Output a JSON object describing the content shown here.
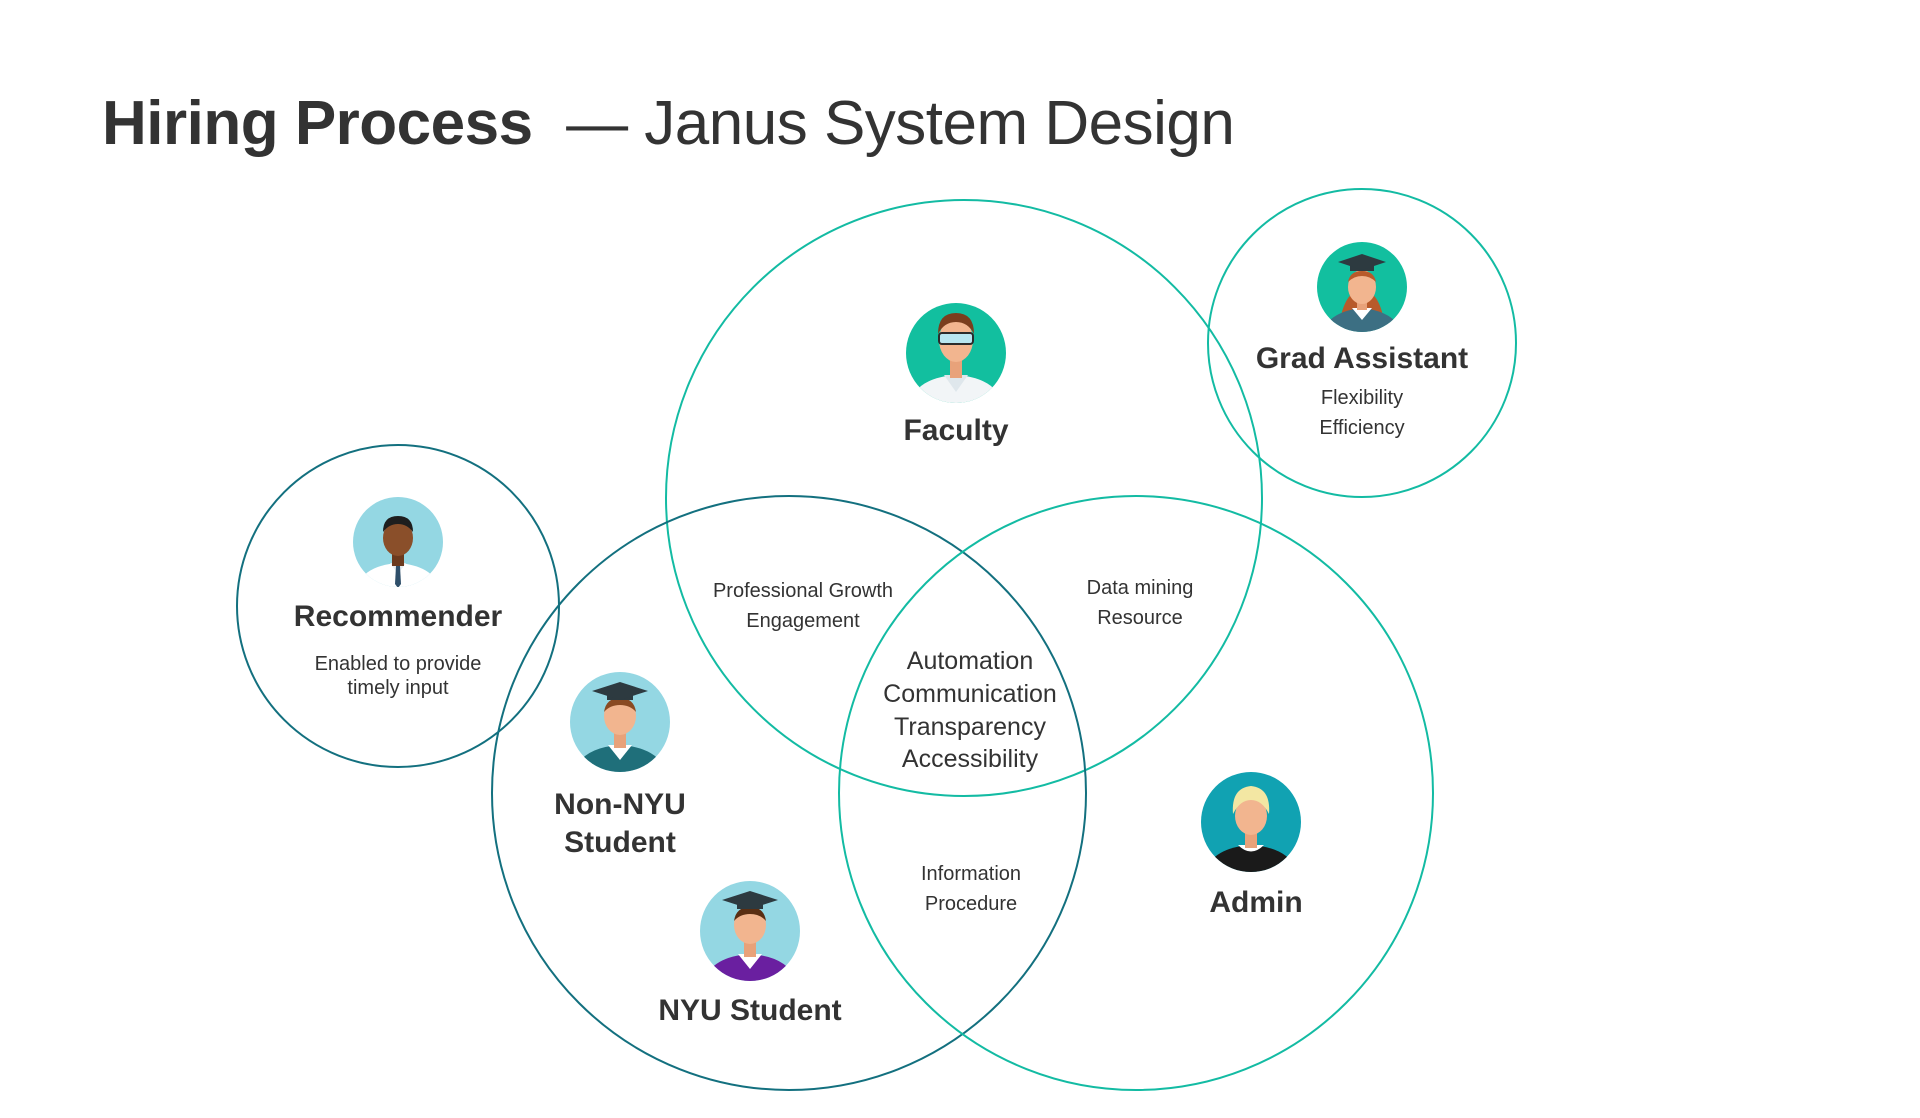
{
  "title": {
    "bold": "Hiring Process",
    "rest": "— Janus System Design"
  },
  "colors": {
    "circle_teal": "#13bba3",
    "circle_dark": "#13707f",
    "avatar_teal_bg": "#12bf9f",
    "avatar_light_blue_bg": "#94d7e3",
    "avatar_cyan_bg": "#11a2b2",
    "text": "#333333"
  },
  "roles": {
    "faculty": {
      "name": "Faculty",
      "icon": "faculty-avatar-icon"
    },
    "grad_assistant": {
      "name": "Grad Assistant",
      "icon": "grad-assistant-avatar-icon",
      "lines": [
        "Flexibility",
        "Efficiency"
      ]
    },
    "recommender": {
      "name": "Recommender",
      "icon": "recommender-avatar-icon",
      "lines": [
        "Enabled to provide",
        "timely input"
      ]
    },
    "non_nyu_student": {
      "name_lines": [
        "Non-NYU",
        "Student"
      ],
      "icon": "non-nyu-student-avatar-icon"
    },
    "nyu_student": {
      "name": "NYU Student",
      "icon": "nyu-student-avatar-icon"
    },
    "admin": {
      "name": "Admin",
      "icon": "admin-avatar-icon"
    }
  },
  "overlaps": {
    "faculty_student": [
      "Professional Growth",
      "Engagement"
    ],
    "faculty_admin": [
      "Data mining",
      "Resource"
    ],
    "student_admin": [
      "Information",
      "Procedure"
    ],
    "center": [
      "Automation",
      "Communication",
      "Transparency",
      "Accessibility"
    ]
  }
}
